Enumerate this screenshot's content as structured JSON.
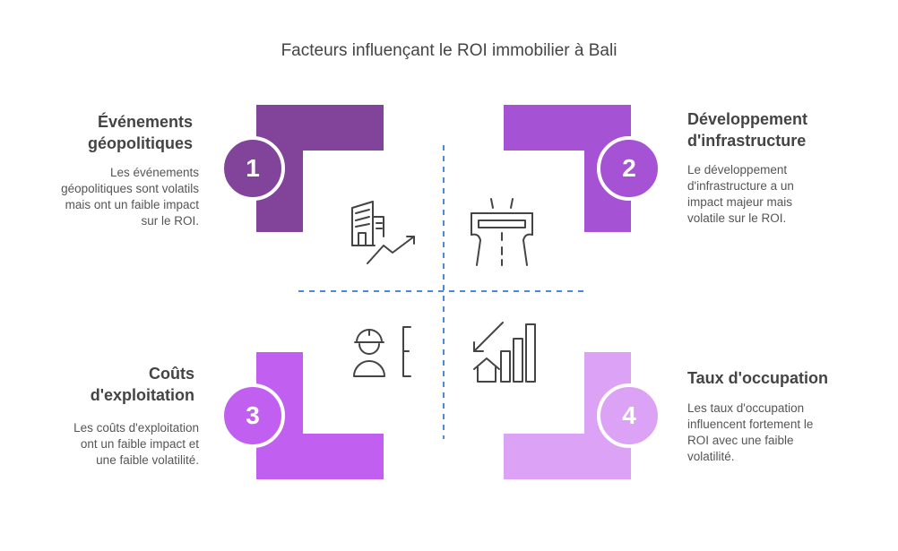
{
  "title": "Facteurs influençant le ROI immobilier à Bali",
  "quadrants": [
    {
      "number": "1",
      "heading_lines": [
        "Événements",
        "géopolitiques"
      ],
      "description_lines": [
        "Les événements",
        "géopolitiques sont volatils",
        "mais ont un faible impact",
        "sur le ROI."
      ],
      "color": "#81449a",
      "icon": "buildings-growth-icon"
    },
    {
      "number": "2",
      "heading_lines": [
        "Développement",
        "d'infrastructure"
      ],
      "description_lines": [
        "Le développement",
        "d'infrastructure a un",
        "impact majeur mais",
        "volatile sur le ROI."
      ],
      "color": "#a552d4",
      "icon": "highway-bridge-icon"
    },
    {
      "number": "3",
      "heading_lines": [
        "Coûts",
        "d'exploitation"
      ],
      "description_lines": [
        "Les coûts d'exploitation",
        "ont un faible impact et",
        "une faible volatilité."
      ],
      "color": "#c15ff0",
      "icon": "worker-cost-icon"
    },
    {
      "number": "4",
      "heading_lines": [
        "Taux d'occupation"
      ],
      "description_lines": [
        "Les taux d'occupation",
        "influencent fortement le",
        "ROI avec une faible",
        "volatilité."
      ],
      "color": "#dba2f5",
      "icon": "house-bar-chart-icon"
    }
  ]
}
